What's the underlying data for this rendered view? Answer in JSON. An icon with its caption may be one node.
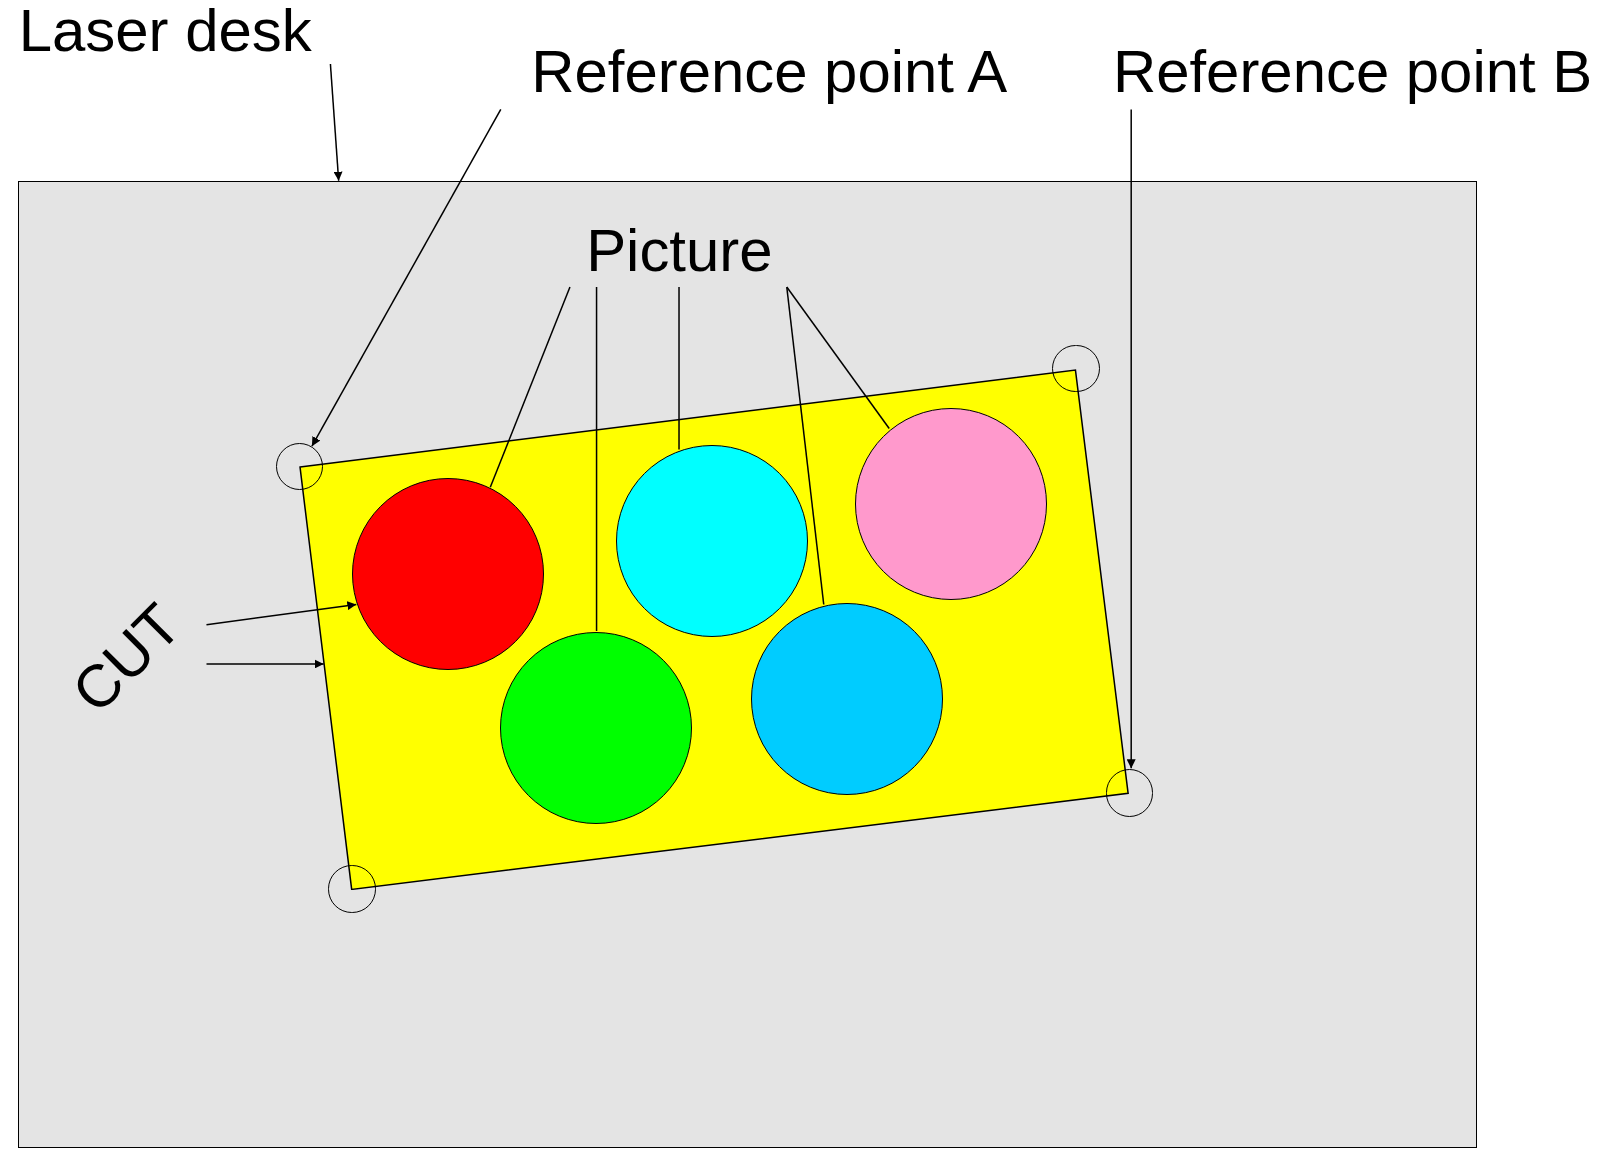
{
  "diagram": {
    "nodes": [
      {
        "text": [
          "Laser desk"
        ]
      },
      {
        "text": [
          "Reference point A"
        ]
      },
      {
        "text": [
          "Reference point B"
        ]
      },
      {
        "text": [],
        "shape": "box"
      },
      {
        "text": [
          "Picture"
        ],
        "in": 3
      },
      {
        "text": [
          "CUT"
        ],
        "in": 3
      },
      {
        "text": [],
        "shape": "box",
        "in": 3
      },
      {
        "text": [],
        "shape": "circle",
        "in": 3
      },
      {
        "text": [],
        "shape": "circle",
        "in": 3
      },
      {
        "text": [],
        "shape": "circle",
        "in": 6
      },
      {
        "text": [],
        "shape": "circle",
        "in": 6
      },
      {
        "text": [],
        "shape": "circle",
        "in": 6
      },
      {
        "text": [],
        "shape": "circle",
        "in": 6
      },
      {
        "text": [],
        "shape": "circle",
        "in": 6
      },
      {
        "text": [],
        "shape": "circle",
        "in": 3
      },
      {
        "text": [],
        "shape": "circle",
        "in": 3
      }
    ],
    "edges": [
      {
        "from": 0,
        "to": 3,
        "arrow": "to"
      },
      {
        "from": 1,
        "to": 8,
        "arrow": "to"
      },
      {
        "from": 2,
        "to": 14,
        "arrow": "to"
      },
      {
        "from": 4,
        "to": 11,
        "arrow": "none"
      },
      {
        "from": 4,
        "to": 13,
        "arrow": "none"
      },
      {
        "from": 4,
        "to": 10,
        "arrow": "none"
      },
      {
        "from": 4,
        "to": 12,
        "arrow": "none"
      },
      {
        "from": 4,
        "to": 9,
        "arrow": "none"
      },
      {
        "from": 5,
        "to": 11,
        "arrow": "to"
      },
      {
        "from": 5,
        "to": 6,
        "arrow": "to"
      }
    ]
  }
}
